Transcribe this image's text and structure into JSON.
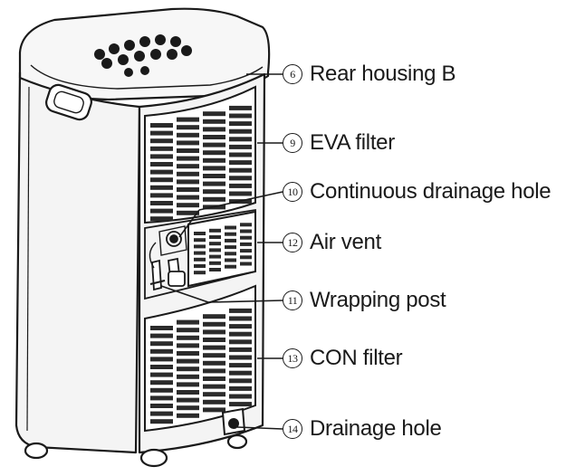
{
  "callouts": [
    {
      "id": "rear-housing-b",
      "number": "6",
      "label": "Rear housing B"
    },
    {
      "id": "eva-filter",
      "number": "9",
      "label": "EVA filter"
    },
    {
      "id": "continuous-drainage-hole",
      "number": "10",
      "label": "Continuous drainage hole"
    },
    {
      "id": "air-vent",
      "number": "12",
      "label": "Air vent"
    },
    {
      "id": "wrapping-post",
      "number": "11",
      "label": "Wrapping post"
    },
    {
      "id": "con-filter",
      "number": "13",
      "label": "CON filter"
    },
    {
      "id": "drainage-hole",
      "number": "14",
      "label": "Drainage hole"
    }
  ],
  "colors": {
    "line": "#1a1a1a",
    "unit_body": "#f4f4f4",
    "filter": "#2b2b2b"
  }
}
